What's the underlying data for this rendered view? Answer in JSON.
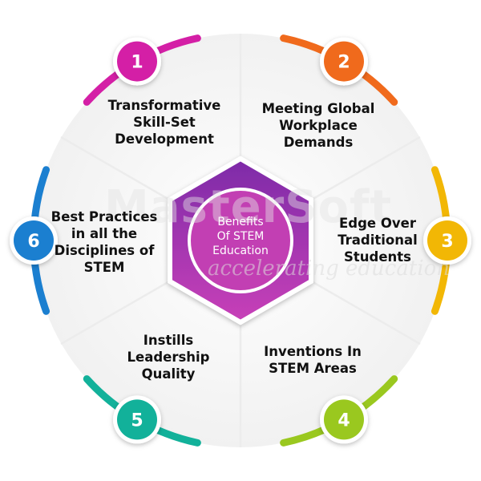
{
  "center": {
    "lines": [
      "Benefits",
      "Of STEM",
      "Education"
    ]
  },
  "watermark": {
    "brand": "MasterSoft",
    "tagline": "accelerating education"
  },
  "items": [
    {
      "number": "1",
      "lines": [
        "Transformative",
        "Skill-Set",
        "Development"
      ],
      "color": "#d41fa6"
    },
    {
      "number": "2",
      "lines": [
        "Meeting Global",
        "Workplace",
        "Demands"
      ],
      "color": "#f06a1c"
    },
    {
      "number": "3",
      "lines": [
        "Edge Over",
        "Traditional",
        "Students"
      ],
      "color": "#f2b705"
    },
    {
      "number": "4",
      "lines": [
        "Inventions In",
        "STEM Areas"
      ],
      "color": "#9ac81f"
    },
    {
      "number": "5",
      "lines": [
        "Instills",
        "Leadership",
        "Quality"
      ],
      "color": "#12b19a"
    },
    {
      "number": "6",
      "lines": [
        "Best Practices",
        "in all the",
        "Disciplines of",
        "STEM"
      ],
      "color": "#1b7fd0"
    }
  ],
  "colors": {
    "hex_top": "#7d2ba8",
    "hex_bottom": "#c840b8",
    "ring_bg": "#f3f3f3"
  }
}
